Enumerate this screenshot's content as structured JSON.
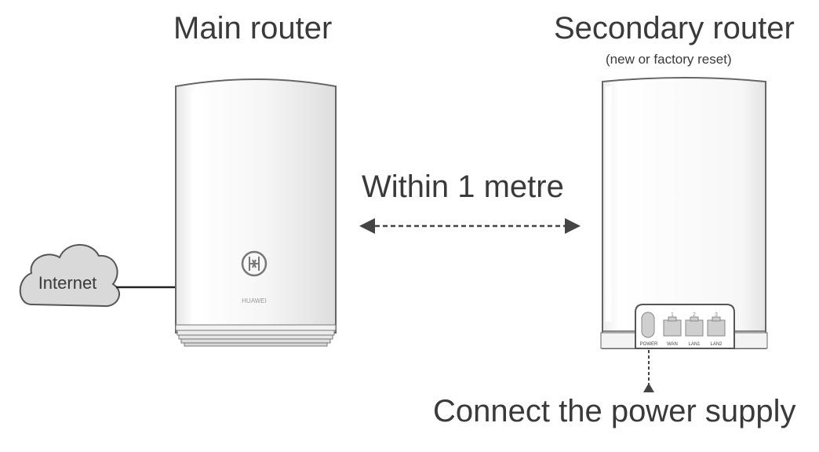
{
  "main_router": {
    "title": "Main router",
    "brand": "HUAWEI"
  },
  "secondary_router": {
    "title": "Secondary router",
    "subtitle": "(new or factory reset)",
    "ports": [
      {
        "label": "POWER",
        "number": ""
      },
      {
        "label": "WAN",
        "number": "1"
      },
      {
        "label": "LAN1",
        "number": "2"
      },
      {
        "label": "LAN2",
        "number": "3"
      }
    ]
  },
  "internet": {
    "label": "Internet"
  },
  "distance": {
    "label": "Within 1 metre"
  },
  "power": {
    "caption": "Connect the power supply"
  },
  "colors": {
    "text": "#3a3a3a",
    "outline": "#555555",
    "cloud_fill": "#d9d9d9",
    "router_body": "#f7f7f7",
    "cable": "#222222"
  }
}
